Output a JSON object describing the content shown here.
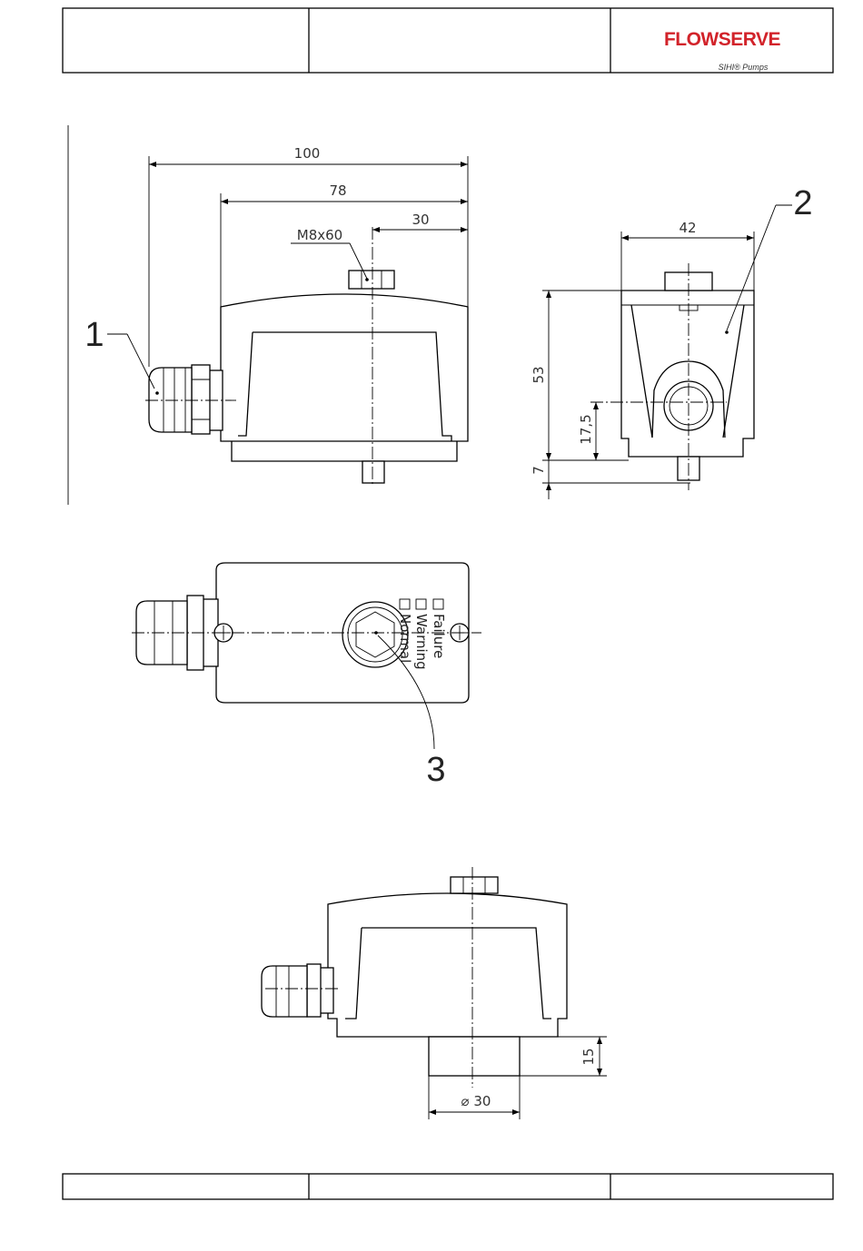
{
  "title_block": {
    "logo_text": "FLOWSERVE",
    "logo_subtitle": "SIHI® Pumps"
  },
  "dimensions": {
    "overall_length": "100",
    "housing_length": "78",
    "sensor_offset": "30",
    "screw_spec": "M8x60",
    "width": "42",
    "height": "53",
    "entry_height": "17,5",
    "base_height": "7",
    "sensor_length": "15",
    "sensor_diameter": "⌀ 30"
  },
  "callouts": [
    "1",
    "2",
    "3"
  ],
  "indicator_labels": [
    "Failure",
    "Warning",
    "Normal"
  ]
}
